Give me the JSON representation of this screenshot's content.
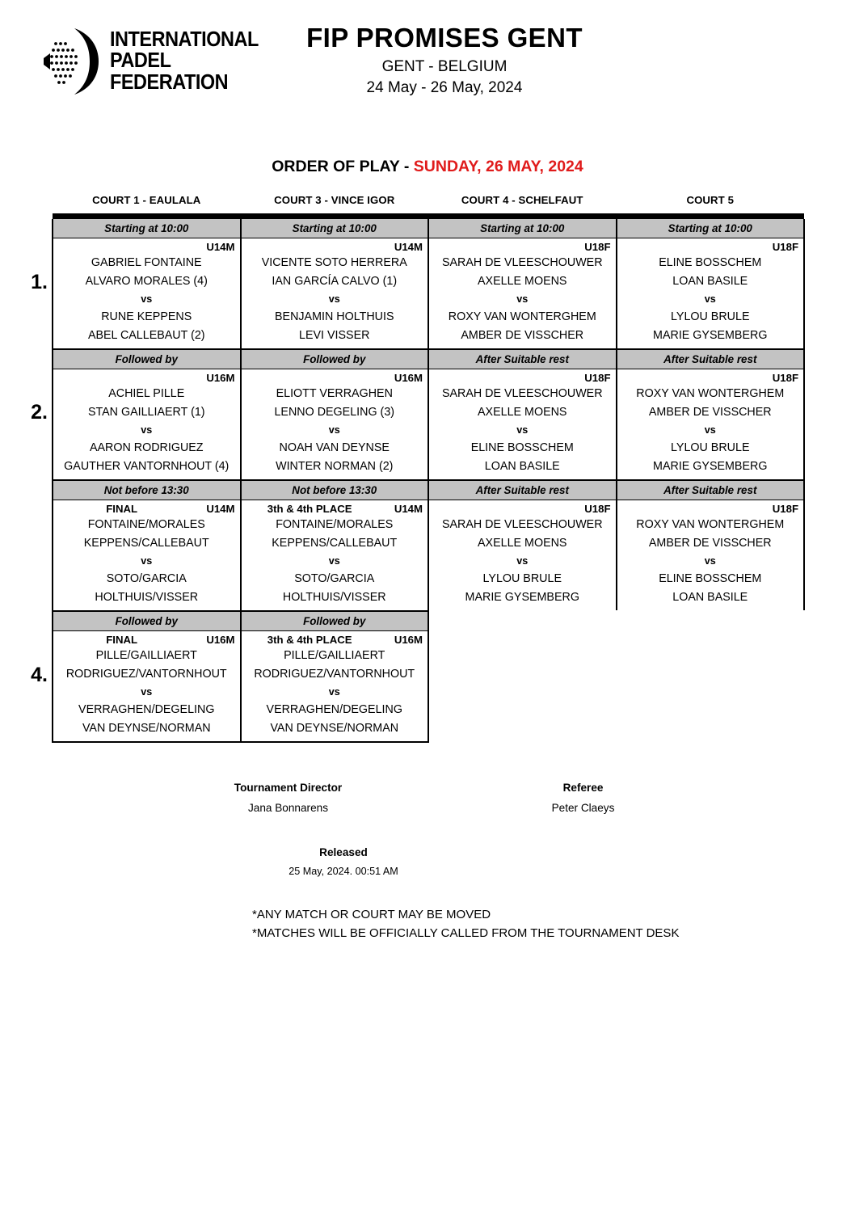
{
  "organization": {
    "name_line1": "INTERNATIONAL",
    "name_line2": "PADEL",
    "name_line3": "FEDERATION",
    "logo_icon": "padel-federation-logo-icon"
  },
  "header": {
    "title": "FIP PROMISES GENT",
    "location": "GENT - BELGIUM",
    "dates": "24 May - 26 May, 2024"
  },
  "order_of_play": {
    "prefix": "ORDER OF PLAY - ",
    "day": "SUNDAY, 26 MAY, 2024",
    "day_color": "#e01b1b"
  },
  "courts": [
    {
      "name": "COURT 1 - EAULALA"
    },
    {
      "name": "COURT 3 - VINCE IGOR"
    },
    {
      "name": "COURT 4 - SCHELFAUT"
    },
    {
      "name": "COURT 5"
    }
  ],
  "blocks": [
    {
      "number": "1.",
      "matches": [
        {
          "time_caption": "Starting at 10:00",
          "stage": "",
          "category": "U14M",
          "team1": [
            "GABRIEL FONTAINE",
            "ALVARO MORALES (4)"
          ],
          "vs": "vs",
          "team2": [
            "RUNE KEPPENS",
            "ABEL CALLEBAUT (2)"
          ]
        },
        {
          "time_caption": "Starting at 10:00",
          "stage": "",
          "category": "U14M",
          "team1": [
            "VICENTE SOTO HERRERA",
            "IAN GARCÍA CALVO (1)"
          ],
          "vs": "vs",
          "team2": [
            "BENJAMIN HOLTHUIS",
            "LEVI VISSER"
          ]
        },
        {
          "time_caption": "Starting at 10:00",
          "stage": "",
          "category": "U18F",
          "team1": [
            "SARAH DE VLEESCHOUWER",
            "AXELLE MOENS"
          ],
          "vs": "vs",
          "team2": [
            "ROXY VAN WONTERGHEM",
            "AMBER DE VISSCHER"
          ]
        },
        {
          "time_caption": "Starting at 10:00",
          "stage": "",
          "category": "U18F",
          "team1": [
            "ELINE BOSSCHEM",
            "LOAN BASILE"
          ],
          "vs": "vs",
          "team2": [
            "LYLOU BRULE",
            "MARIE GYSEMBERG"
          ]
        }
      ]
    },
    {
      "number": "2.",
      "matches": [
        {
          "time_caption": "Followed by",
          "stage": "",
          "category": "U16M",
          "team1": [
            "ACHIEL PILLE",
            "STAN GAILLIAERT (1)"
          ],
          "vs": "vs",
          "team2": [
            "AARON RODRIGUEZ",
            "GAUTHER VANTORNHOUT (4)"
          ]
        },
        {
          "time_caption": "Followed by",
          "stage": "",
          "category": "U16M",
          "team1": [
            "ELIOTT VERRAGHEN",
            "LENNO DEGELING (3)"
          ],
          "vs": "vs",
          "team2": [
            "NOAH VAN DEYNSE",
            "WINTER NORMAN (2)"
          ]
        },
        {
          "time_caption": "After Suitable rest",
          "stage": "",
          "category": "U18F",
          "team1": [
            "SARAH DE VLEESCHOUWER",
            "AXELLE MOENS"
          ],
          "vs": "vs",
          "team2": [
            "ELINE BOSSCHEM",
            "LOAN BASILE"
          ]
        },
        {
          "time_caption": "After Suitable rest",
          "stage": "",
          "category": "U18F",
          "team1": [
            "ROXY VAN WONTERGHEM",
            "AMBER DE VISSCHER"
          ],
          "vs": "vs",
          "team2": [
            "LYLOU BRULE",
            "MARIE GYSEMBERG"
          ]
        }
      ]
    },
    {
      "number": "",
      "matches": [
        {
          "time_caption": "Not before 13:30",
          "stage": "FINAL",
          "category": "U14M",
          "team1": [
            "FONTAINE/MORALES",
            "KEPPENS/CALLEBAUT"
          ],
          "vs": "vs",
          "team2": [
            "SOTO/GARCIA",
            "HOLTHUIS/VISSER"
          ]
        },
        {
          "time_caption": "Not before 13:30",
          "stage": "3th & 4th PLACE",
          "category": "U14M",
          "team1": [
            "FONTAINE/MORALES",
            "KEPPENS/CALLEBAUT"
          ],
          "vs": "vs",
          "team2": [
            "SOTO/GARCIA",
            "HOLTHUIS/VISSER"
          ]
        },
        {
          "time_caption": "After Suitable rest",
          "stage": "",
          "category": "U18F",
          "team1": [
            "SARAH DE VLEESCHOUWER",
            "AXELLE MOENS"
          ],
          "vs": "vs",
          "team2": [
            "LYLOU BRULE",
            "MARIE GYSEMBERG"
          ]
        },
        {
          "time_caption": "After Suitable rest",
          "stage": "",
          "category": "U18F",
          "team1": [
            "ROXY VAN WONTERGHEM",
            "AMBER DE VISSCHER"
          ],
          "vs": "vs",
          "team2": [
            "ELINE BOSSCHEM",
            "LOAN BASILE"
          ]
        }
      ]
    },
    {
      "number": "4.",
      "matches": [
        {
          "time_caption": "Followed by",
          "stage": "FINAL",
          "category": "U16M",
          "team1": [
            "PILLE/GAILLIAERT",
            "RODRIGUEZ/VANTORNHOUT"
          ],
          "vs": "vs",
          "team2": [
            "VERRAGHEN/DEGELING",
            "VAN DEYNSE/NORMAN"
          ]
        },
        {
          "time_caption": "Followed by",
          "stage": "3th & 4th PLACE",
          "category": "U16M",
          "team1": [
            "PILLE/GAILLIAERT",
            "RODRIGUEZ/VANTORNHOUT"
          ],
          "vs": "vs",
          "team2": [
            "VERRAGHEN/DEGELING",
            "VAN DEYNSE/NORMAN"
          ]
        },
        null,
        null
      ]
    }
  ],
  "footer": {
    "tournament_director_label": "Tournament Director",
    "tournament_director_name": "Jana Bonnarens",
    "referee_label": "Referee",
    "referee_name": "Peter Claeys",
    "released_label": "Released",
    "released_date": "25 May, 2024. 00:51 AM",
    "note1": "*ANY MATCH OR COURT MAY BE MOVED",
    "note2": "*MATCHES WILL BE OFFICIALLY CALLED FROM THE TOURNAMENT DESK"
  }
}
